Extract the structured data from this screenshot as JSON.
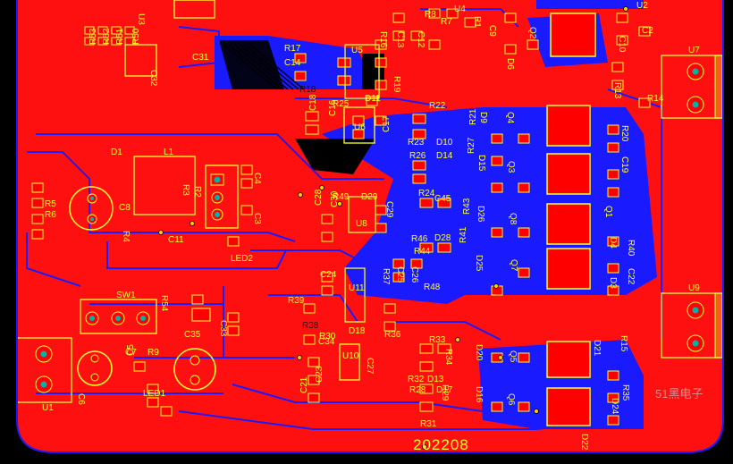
{
  "board": {
    "code": "202208",
    "watermark": "51黑电子",
    "colors": {
      "top_copper": "#ff1010",
      "bottom_copper": "#1a1aff",
      "silkscreen": "#ffff33",
      "pad": "#ff0000",
      "background": "#000000",
      "via": "#00b3a6"
    }
  },
  "designators": [
    "R53",
    "R52",
    "R51",
    "R50",
    "U3",
    "C31",
    "C32",
    "R17",
    "C14",
    "U5",
    "R18",
    "R16",
    "C13",
    "C12",
    "R19",
    "D11",
    "R8",
    "U4",
    "R7",
    "R1",
    "C9",
    "Q2",
    "D6",
    "U2",
    "C10",
    "C2",
    "U7",
    "R13",
    "R14",
    "R25",
    "C18",
    "C16",
    "U6",
    "C17",
    "R22",
    "R23",
    "D10",
    "R21",
    "D9",
    "Q4",
    "R26",
    "D14",
    "R27",
    "D15",
    "Q3",
    "R20",
    "C19",
    "D1",
    "L1",
    "R2",
    "R3",
    "C4",
    "C3",
    "C8",
    "R4",
    "C11",
    "R5",
    "R6",
    "LED2",
    "R49",
    "D29",
    "C28",
    "C30",
    "U8",
    "C29",
    "R24",
    "C45",
    "R43",
    "D26",
    "Q8",
    "Q1",
    "R46",
    "D28",
    "R44",
    "R41",
    "D25",
    "Q7",
    "D4",
    "R40",
    "C22",
    "D3",
    "R48",
    "C25",
    "R37",
    "C24",
    "U11",
    "C26",
    "R39",
    "R38",
    "C34",
    "C33",
    "C35",
    "R54",
    "SW1",
    "U9",
    "C7",
    "C5",
    "R9",
    "R36",
    "C27",
    "R30",
    "D18",
    "C23",
    "U10",
    "C21",
    "R33",
    "R34",
    "D20",
    "Q5",
    "D21",
    "R15",
    "R32",
    "D13",
    "R28",
    "D17",
    "D16",
    "Q6",
    "R31",
    "R29",
    "D22",
    "D24",
    "U1",
    "LED1",
    "C6",
    "R35"
  ]
}
